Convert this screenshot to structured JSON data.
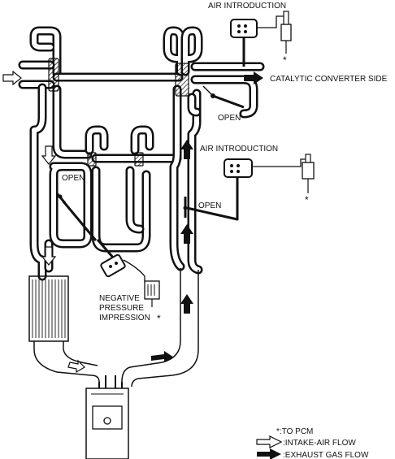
{
  "labels": {
    "air_intro_top": "AIR INTRODUCTION",
    "air_intro_mid": "AIR INTRODUCTION",
    "catalytic_side": "CATALYTIC CONVERTER SIDE",
    "open_top_right": "OPEN",
    "open_left": "OPEN",
    "open_right": "OPEN",
    "negative_pressure_line1": "NEGATIVE",
    "negative_pressure_line2": "PRESSURE",
    "negative_pressure_line3": "IMPRESSION",
    "pcm_mark_top": "*",
    "pcm_mark_mid": "*",
    "pcm_mark_low": "*"
  },
  "legend": {
    "to_pcm": "*:TO PCM",
    "intake_air_flow": ":INTAKE-AIR FLOW",
    "exhaust_gas_flow": ":EXHAUST GAS FLOW"
  }
}
